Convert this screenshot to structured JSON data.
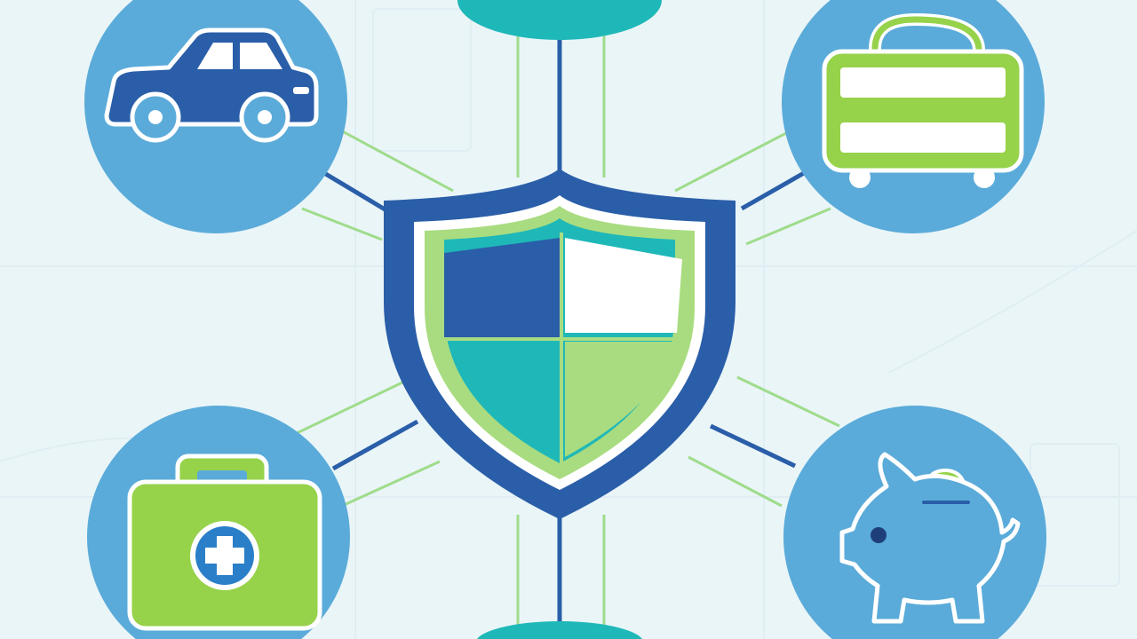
{
  "diagram": {
    "center": {
      "icon": "shield-icon"
    },
    "nodes": [
      {
        "id": "top",
        "icon": "unknown-icon"
      },
      {
        "id": "auto",
        "icon": "car-icon"
      },
      {
        "id": "travel",
        "icon": "suitcase-icon"
      },
      {
        "id": "health",
        "icon": "medical-kit-icon"
      },
      {
        "id": "savings",
        "icon": "piggy-bank-icon"
      },
      {
        "id": "bottom",
        "icon": "unknown-icon"
      }
    ]
  },
  "colors": {
    "background": "#eaf5f8",
    "node_fill": "#5aabd9",
    "node_top_bottom_fill": "#1fb8b8",
    "shield_navy": "#2a5ea8",
    "shield_green": "#a9dc80",
    "shield_teal": "#1fb8b8",
    "icon_green": "#96d24a",
    "connector_navy": "#2a5ea8",
    "connector_green": "#9fdc8b"
  }
}
